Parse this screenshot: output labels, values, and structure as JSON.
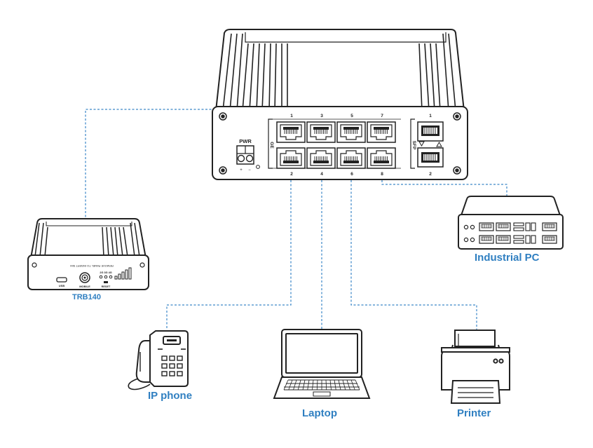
{
  "devices": {
    "switch": {
      "pwr_label": "PWR",
      "ge_label": "GE",
      "sfp_label": "SFP",
      "port_numbers_top": [
        "1",
        "3",
        "5",
        "7"
      ],
      "port_numbers_bottom": [
        "2",
        "4",
        "6",
        "8"
      ],
      "sfp_numbers": [
        "1",
        "2"
      ],
      "terminal_marks": [
        "+",
        "−"
      ]
    },
    "router": {
      "name": "TRB140",
      "panel_text": "REMOVE PANEL TO INSERT SIM",
      "usb_label": "USB",
      "mobile_label": "MOBILE",
      "reset_label": "RESET",
      "led_labels": "2G 3G 4G"
    },
    "industrial_pc": {
      "name": "Industrial PC"
    },
    "ip_phone": {
      "name": "IP phone"
    },
    "laptop": {
      "name": "Laptop"
    },
    "printer": {
      "name": "Printer"
    }
  },
  "colors": {
    "label_blue": "#2f7fc1",
    "link_line": "#3a86c8",
    "device_outline": "#222222",
    "device_fill": "#ffffff"
  },
  "connections": [
    {
      "from": "switch-port-1",
      "to": "TRB140"
    },
    {
      "from": "switch-port-2",
      "to": "IP phone"
    },
    {
      "from": "switch-port-4",
      "to": "Laptop"
    },
    {
      "from": "switch-port-6",
      "to": "Printer"
    },
    {
      "from": "switch-port-8",
      "to": "Industrial PC"
    }
  ]
}
